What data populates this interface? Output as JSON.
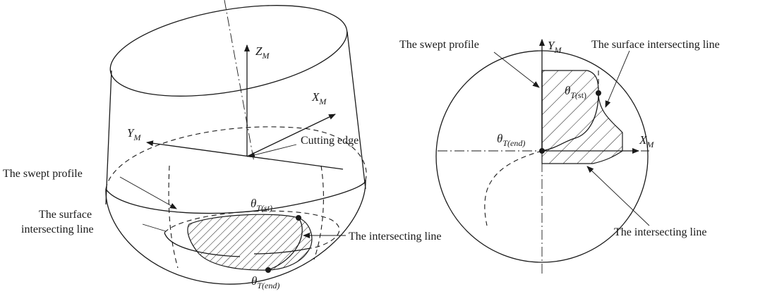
{
  "left_diagram": {
    "axes": {
      "z": {
        "symbol": "Z",
        "sub": "M"
      },
      "x": {
        "symbol": "X",
        "sub": "M"
      },
      "y": {
        "symbol": "Y",
        "sub": "M"
      }
    },
    "labels": {
      "cutting_edge": "Cutting edge",
      "swept_profile": "The swept profile",
      "surface_intersecting_line_1": "The surface",
      "surface_intersecting_line_2": "intersecting line",
      "intersecting_line": "The intersecting line"
    },
    "angles": {
      "theta_st": {
        "symbol": "θ",
        "sub": "T(st)"
      },
      "theta_end": {
        "symbol": "θ",
        "sub": "T(end)"
      }
    }
  },
  "right_diagram": {
    "axes": {
      "y": {
        "symbol": "Y",
        "sub": "M"
      },
      "x": {
        "symbol": "X",
        "sub": "M"
      }
    },
    "labels": {
      "swept_profile": "The swept profile",
      "surface_intersecting_line": "The surface intersecting line",
      "intersecting_line": "The intersecting line"
    },
    "angles": {
      "theta_st": {
        "symbol": "θ",
        "sub_T": "T(",
        "sub_st": "st",
        "close": ")"
      },
      "theta_end": {
        "symbol": "θ",
        "sub": "T(end)"
      }
    }
  }
}
